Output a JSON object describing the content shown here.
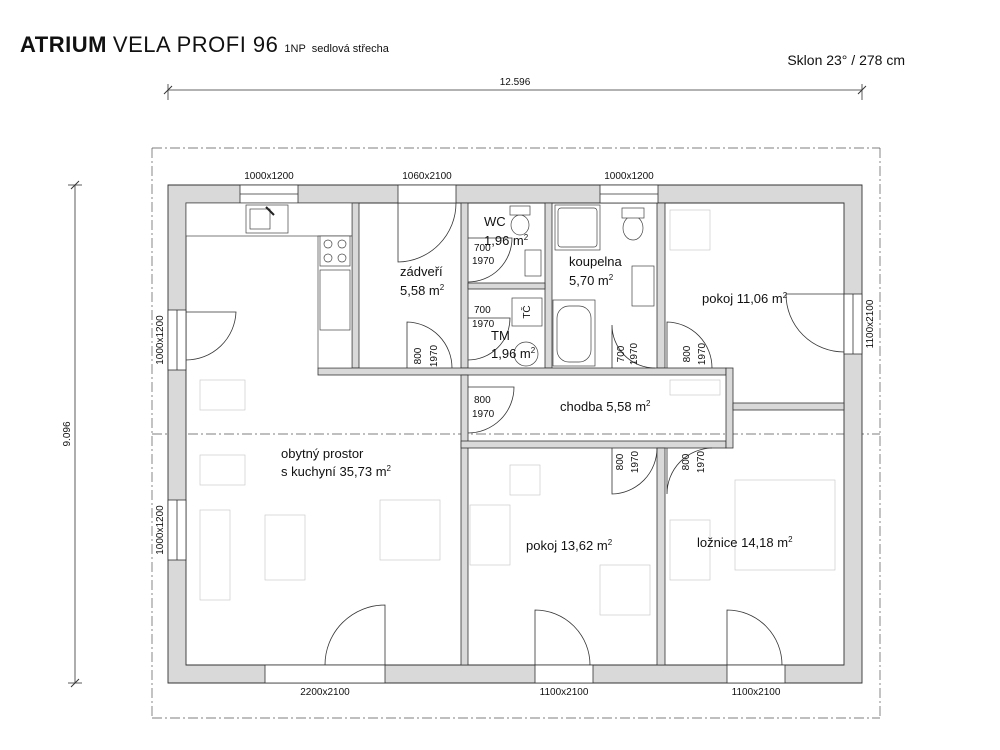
{
  "title": {
    "brand": "ATRIUM",
    "model": "VELA PROFI 96",
    "floor": "1NP",
    "roof": "sedlová střecha",
    "pitch": "Sklon 23° / 278 cm"
  },
  "dimensions": {
    "overall_width": "12.596",
    "overall_depth": "9.096"
  },
  "rooms": {
    "wc": {
      "name": "WC",
      "area": "1,96 m"
    },
    "zadveri": {
      "name": "zádveří",
      "area": "5,58 m"
    },
    "koupelna": {
      "name": "koupelna",
      "area": "5,70 m"
    },
    "pokoj1": {
      "name": "pokoj",
      "area": "11,06 m"
    },
    "tm": {
      "name": "TM",
      "area": "1,96 m"
    },
    "chodba": {
      "name": "chodba",
      "area": "5,58 m"
    },
    "obytny": {
      "name1": "obytný prostor",
      "name2": "s kuchyní",
      "area": "35,73 m"
    },
    "pokoj2": {
      "name": "pokoj",
      "area": "13,62 m"
    },
    "loznice": {
      "name": "ložnice",
      "area": "14,18 m"
    }
  },
  "sup": "2",
  "equipment": {
    "tc": "TČ"
  },
  "openings": {
    "top_win1": "1000x1200",
    "top_door": "1060x2100",
    "top_win2": "1000x1200",
    "left_win1": "1000x1200",
    "left_win2": "1000x1200",
    "right_win": "1100x2100",
    "bottom_door1": "2200x2100",
    "bottom_door2": "1100x2100",
    "bottom_door3": "1100x2100",
    "wc_w": "700",
    "wc_h": "1970",
    "tm_w": "700",
    "tm_h": "1970",
    "zad_w": "800",
    "zad_h": "1970",
    "kou_w": "700",
    "kou_h": "1970",
    "pok1_w": "800",
    "pok1_h": "1970",
    "cho_w": "800",
    "cho_h": "1970",
    "pok2_w": "800",
    "pok2_h": "1970",
    "loz_w": "800",
    "loz_h": "1970"
  }
}
